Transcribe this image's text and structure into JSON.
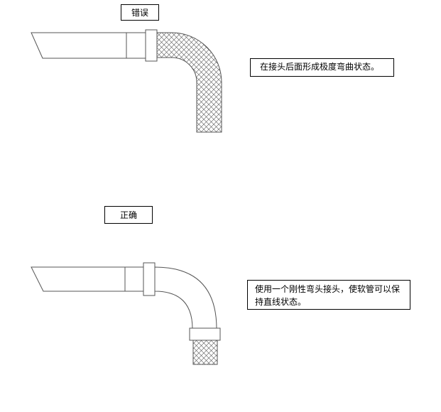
{
  "wrong": {
    "title": "错误",
    "note": "在接头后面形成极度弯曲状态。"
  },
  "right": {
    "title": "正确",
    "note": "使用一个刚性弯头接头，使软管可以保持直线状态。"
  }
}
